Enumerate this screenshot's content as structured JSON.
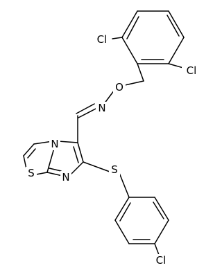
{
  "diagram": {
    "kind": "chemical-structure",
    "colors": {
      "bond": "#000000",
      "background": "#ffffff"
    },
    "atom_labels": {
      "cl_top_left": "Cl",
      "cl_top_right": "Cl",
      "oxygen": "O",
      "nitrogen_oxime": "N",
      "nitrogen_ring": "N",
      "nitrogen_bridge": "N",
      "sulfur_ring": "S",
      "sulfur_thioether": "S",
      "cl_bottom": "Cl"
    }
  }
}
